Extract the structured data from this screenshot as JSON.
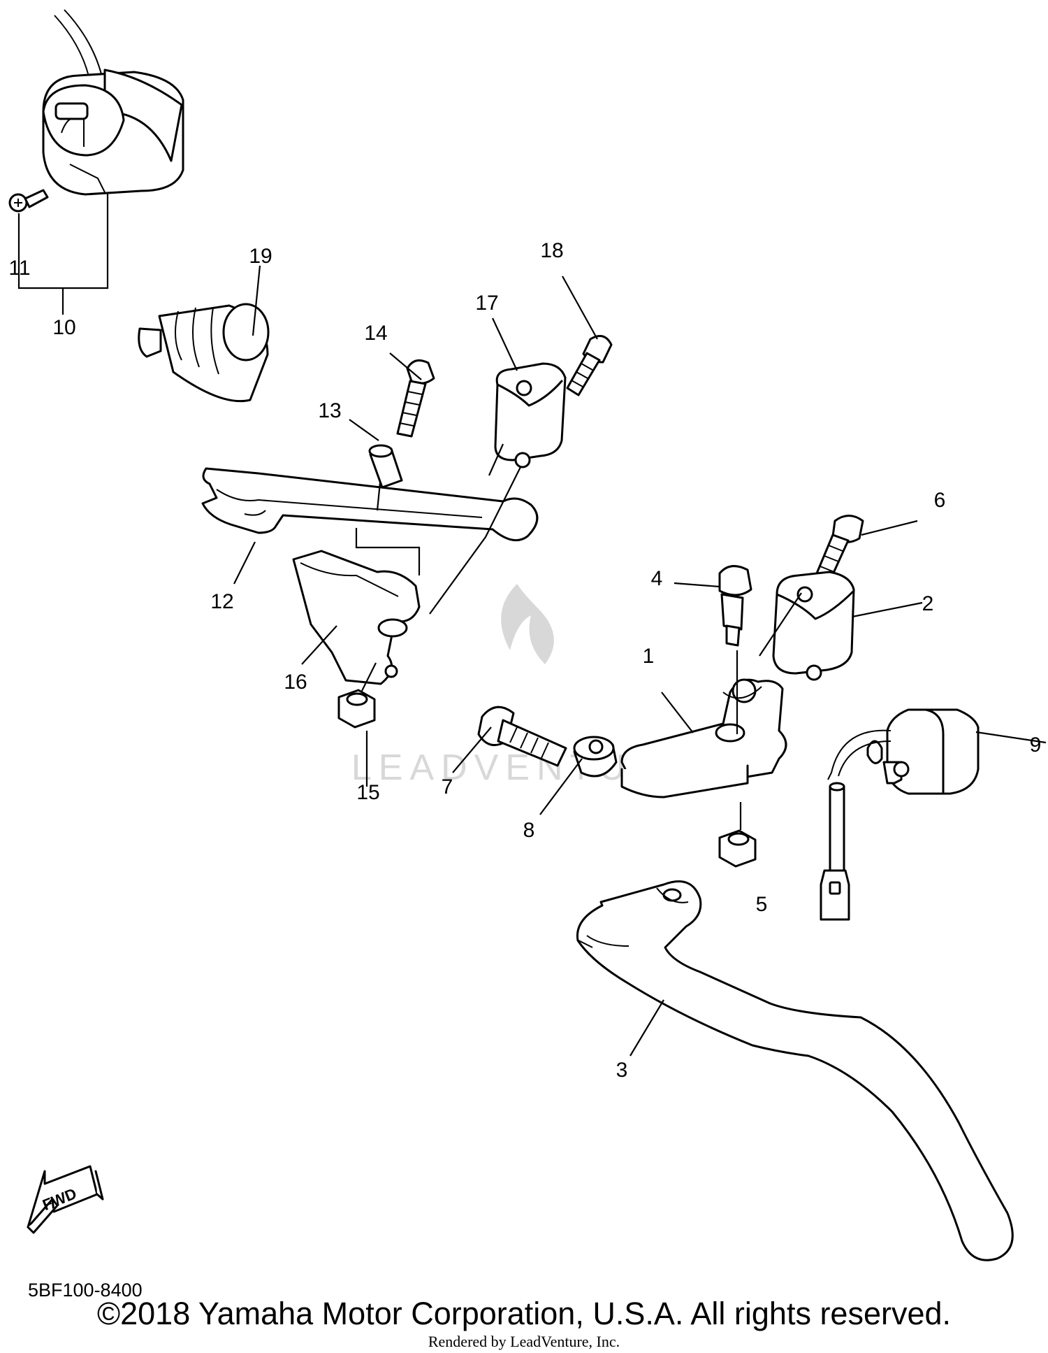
{
  "diagram": {
    "code": "5BF100-8400",
    "fwd_label": "FWD",
    "callouts": [
      "1",
      "2",
      "3",
      "4",
      "5",
      "6",
      "7",
      "8",
      "9",
      "10",
      "11",
      "12",
      "13",
      "14",
      "15",
      "16",
      "17",
      "18",
      "19"
    ]
  },
  "footer": {
    "copyright": "©2018 Yamaha Motor Corporation, U.S.A. All rights reserved.",
    "rendered_by": "Rendered by LeadVenture, Inc."
  },
  "watermark": {
    "text": "LEADVENTURE"
  }
}
